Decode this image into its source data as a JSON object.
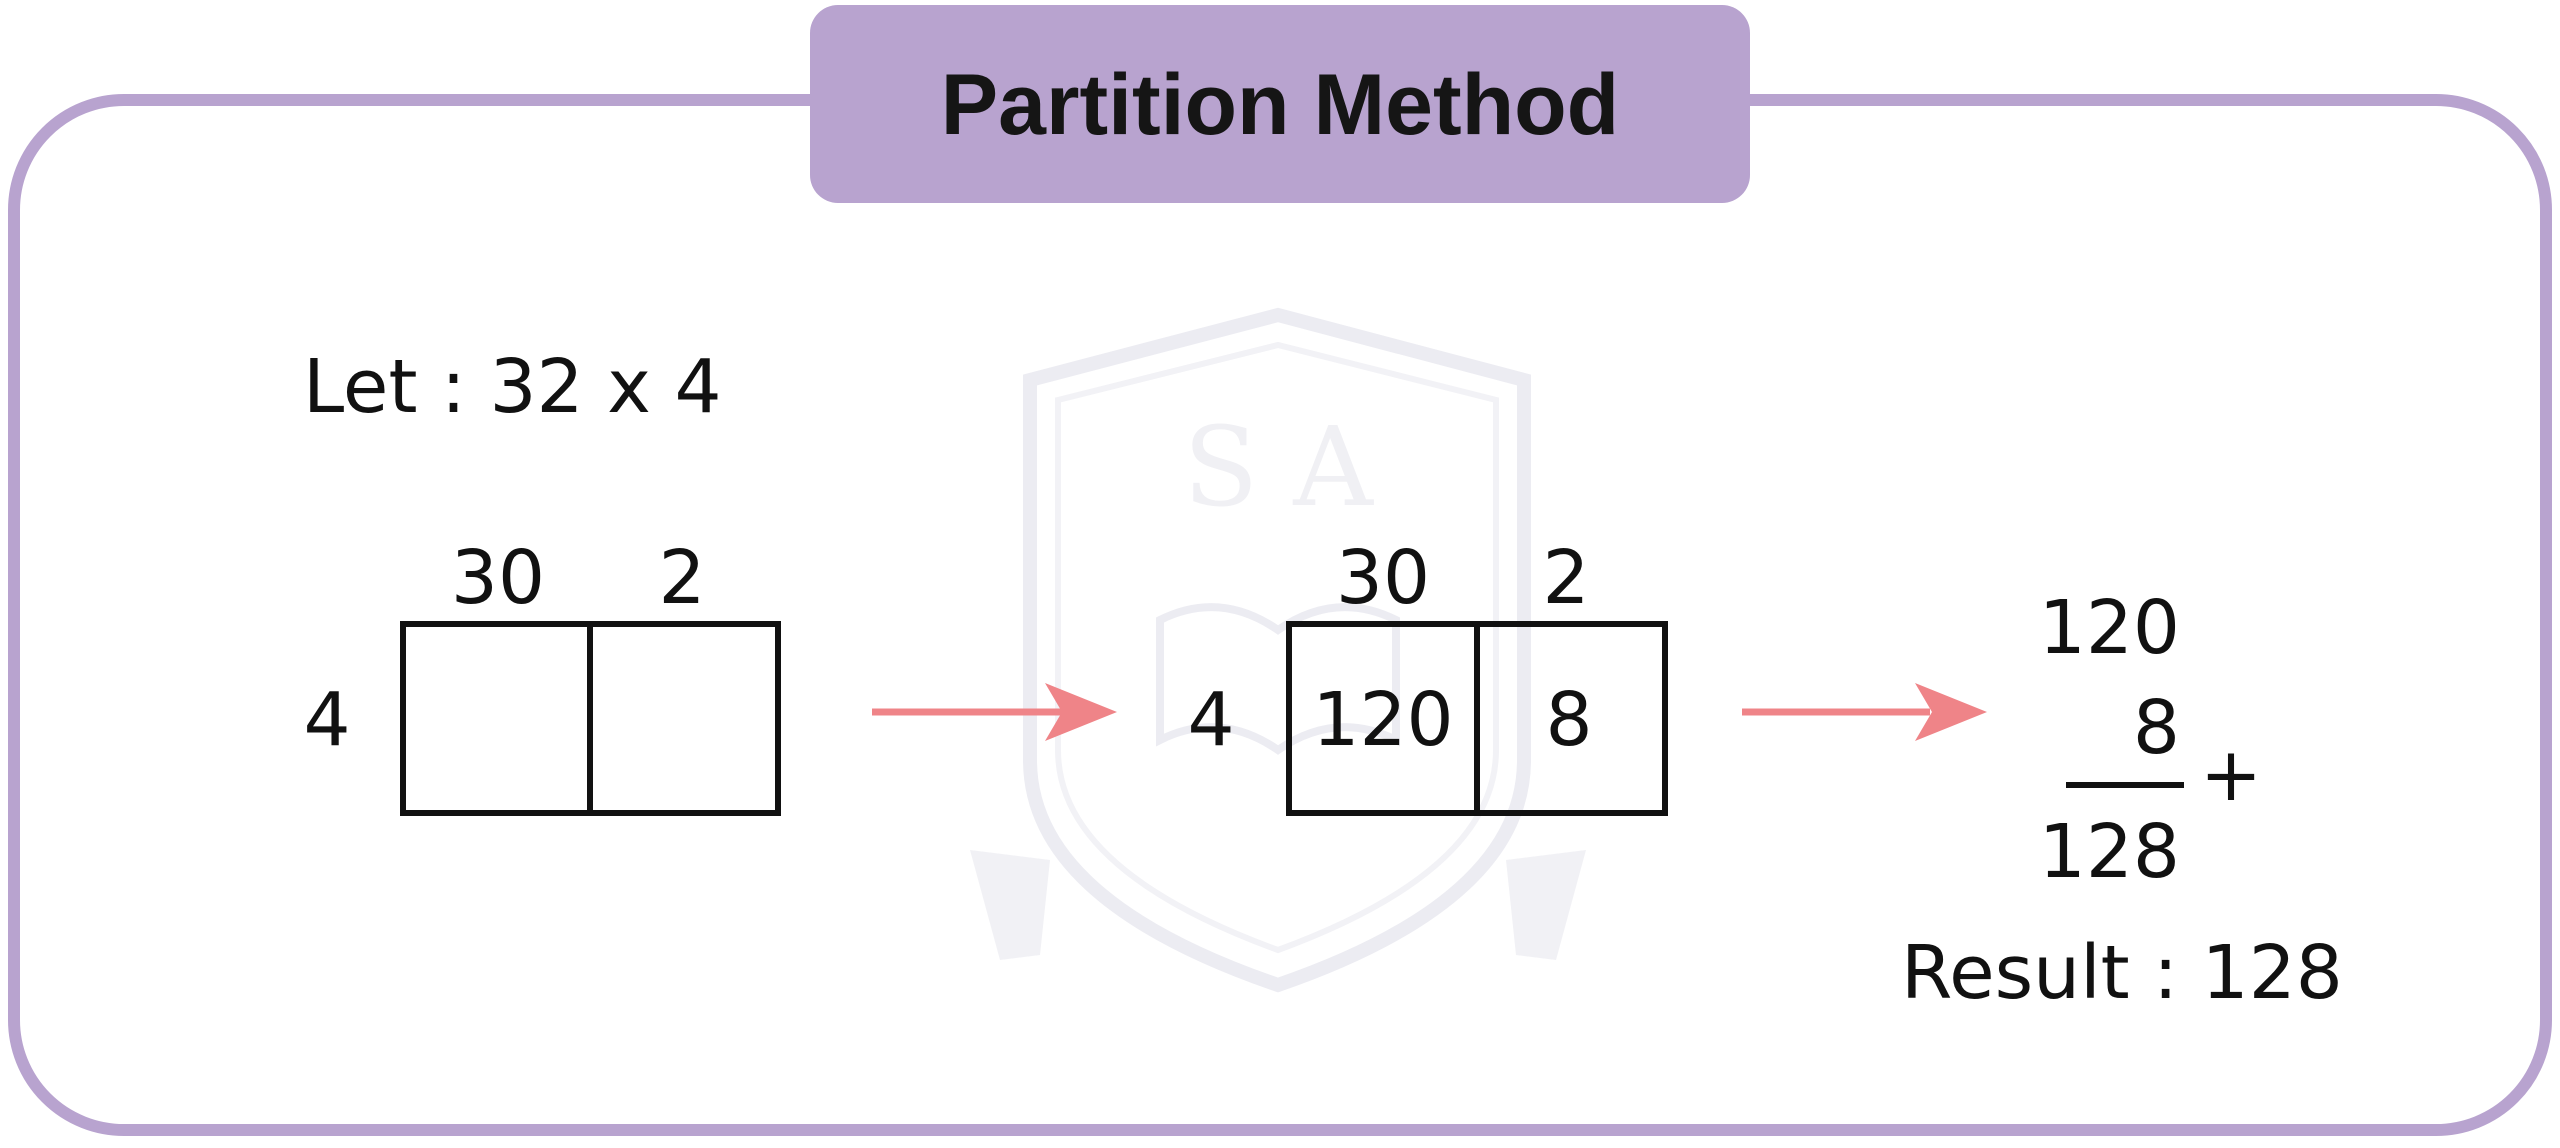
{
  "title": "Partition Method",
  "colors": {
    "frame": "#b8a3cf",
    "title_bg": "#b8a3cf",
    "arrow": "#ef8488",
    "ink": "#111111",
    "watermark": "#ececf2"
  },
  "watermark": {
    "text": "S A",
    "icon": "shield-book-watermark"
  },
  "example": {
    "label": "Let : 32 x 4"
  },
  "grid1": {
    "multiplier": "4",
    "headers": [
      "30",
      "2"
    ],
    "cells": [
      "",
      ""
    ]
  },
  "grid2": {
    "multiplier": "4",
    "headers": [
      "30",
      "2"
    ],
    "cells": [
      "120",
      "8"
    ]
  },
  "sum": {
    "addend1": "120",
    "addend2": "8",
    "total": "128",
    "operator": "+"
  },
  "result": {
    "label": "Result : 128"
  }
}
